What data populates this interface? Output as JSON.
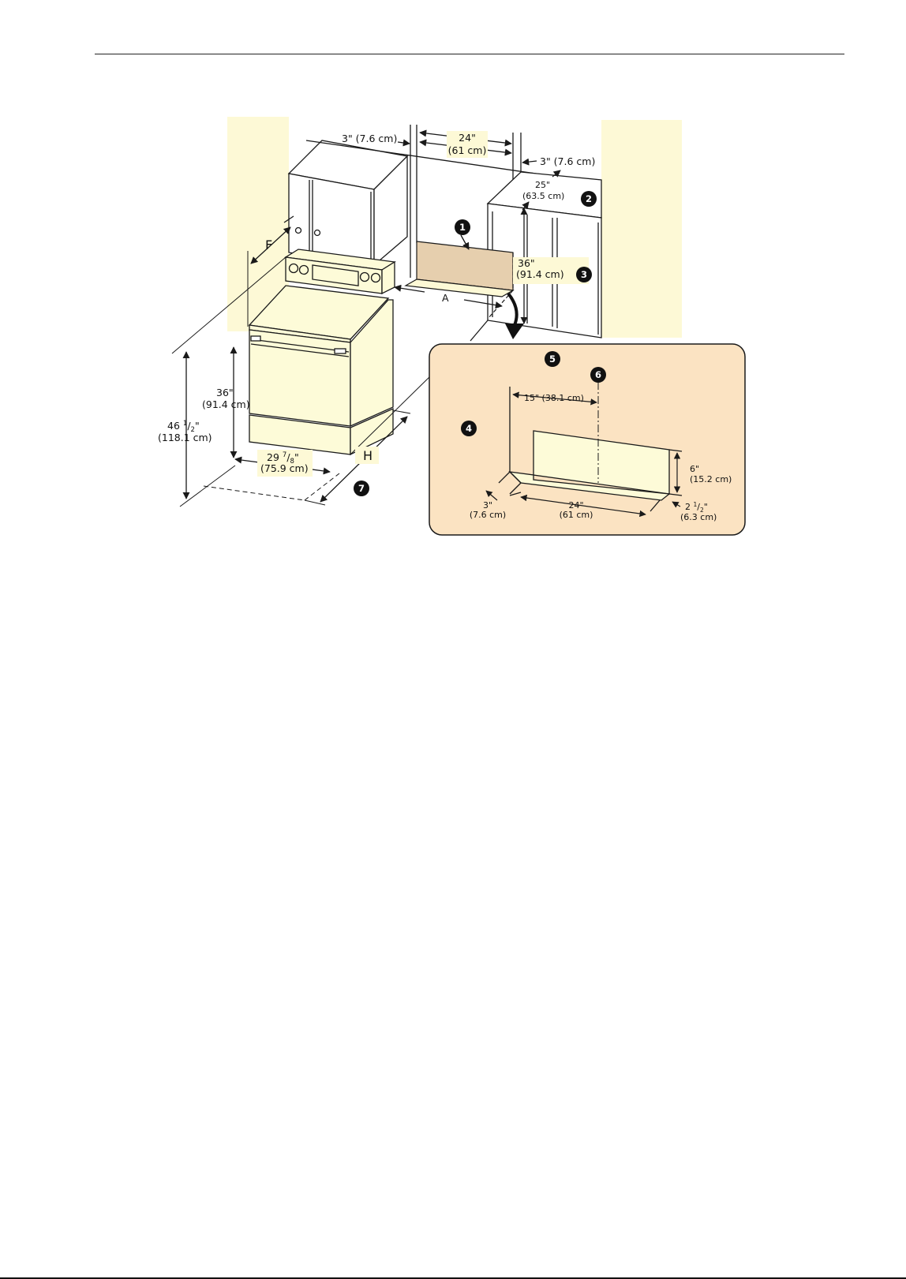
{
  "colors": {
    "wall": "#fdf9d6",
    "range_body": "#fdfbd8",
    "inset_panel": "#fbe3c2",
    "backsplash": "#e6cfae",
    "line": "#1a1a1a",
    "callout": "#111111"
  },
  "dimensions": {
    "side_clear_left": "3\" (7.6 cm)",
    "opening_width": "24\"",
    "opening_width_metric": "(61 cm)",
    "side_clear_right": "3\" (7.6 cm)",
    "cabinet_depth": "25\"",
    "cabinet_depth_metric": "(63.5 cm)",
    "counter_height": "36\"",
    "counter_height_metric": "(91.4 cm)",
    "label_a": "A",
    "label_f": "F",
    "label_h": "H",
    "range_counter_height": "36\"",
    "range_counter_height_metric": "(91.4 cm)",
    "overall_height_whole": "46 ",
    "overall_height_num": "1",
    "overall_height_den": "2",
    "overall_height_end": "\"",
    "overall_height_metric": "(118.1 cm)",
    "range_width_whole": "29 ",
    "range_width_num": "7",
    "range_width_den": "8",
    "range_width_end": "\"",
    "range_width_metric": "(75.9 cm)"
  },
  "inset": {
    "centerline": "15\" (38.1 cm)",
    "height": "6\"",
    "height_metric": "(15.2 cm)",
    "width": "24\"",
    "width_metric": "(61 cm)",
    "side_offset": "3\"",
    "side_offset_metric": "(7.6 cm)",
    "depth_whole": "2 ",
    "depth_num": "1",
    "depth_den": "2",
    "depth_end": "\"",
    "depth_metric": "(6.3 cm)"
  },
  "callouts": [
    "1",
    "2",
    "3",
    "4",
    "5",
    "6",
    "7"
  ]
}
